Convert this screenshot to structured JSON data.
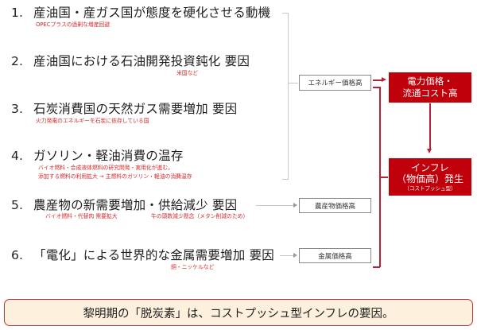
{
  "rows": [
    {
      "num": "1.",
      "title": "産油国・産ガス国が態度を硬化させる動機",
      "notes": [
        "OPECプラスの過剰な増産回避"
      ]
    },
    {
      "num": "2.",
      "title": "産油国における石油開発投資鈍化 要因",
      "notes": [
        "米国など"
      ]
    },
    {
      "num": "3.",
      "title": "石炭消費国の天然ガス需要増加 要因",
      "notes": [
        "火力発電のエネルギーを石炭に依存している国"
      ]
    },
    {
      "num": "4.",
      "title": "ガソリン・軽油消費の温存",
      "notes": [
        "バイオ燃料・合成液体燃料の研究開発・実用化が進む。",
        "添加する燃料の利用拡大 → 主燃料のガソリン・軽油の消費温存"
      ]
    },
    {
      "num": "5.",
      "title": "農産物の新需要増加・供給減少 要因",
      "notes": [
        "バイオ燃料・代替肉 需要拡大",
        "牛の頭数減少懸念（メタン削減のため）"
      ]
    },
    {
      "num": "6.",
      "title": "「電化」による世界的な金属需要増加 要因",
      "notes": [
        "銅・ニッケルなど"
      ]
    }
  ],
  "intermediate": {
    "energy": "エネルギー価格高",
    "agri": "農産物価格高",
    "metal": "金属価格高"
  },
  "outcomes": {
    "power_cost": {
      "line1": "電力価格・",
      "line2": "流通コスト高"
    },
    "inflation": {
      "line1": "インフレ",
      "line2": "（物価高）発生",
      "line3": "（コストプッシュ型）"
    }
  },
  "conclusion": "黎明期の「脱炭素」は、コストプッシュ型インフレの要因。",
  "colors": {
    "accent_red": "#c0000b",
    "note_red": "#d42a2a",
    "banner_fill": "#fdf0dd",
    "banner_border": "#b8383c"
  }
}
